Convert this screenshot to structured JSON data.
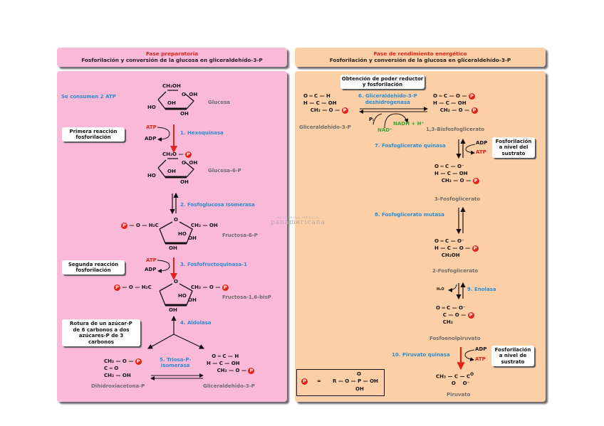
{
  "left": {
    "header_title": "Fase preparatoria",
    "header_subtitle": "Fosforilación y conversión de la glucosa en gliceraldehído-3-P",
    "atp_note": "Se consumen 2 ATP",
    "notes": {
      "first": [
        "Primera reacción",
        "fosforilación"
      ],
      "second": [
        "Segunda reacción",
        "fosforilación"
      ],
      "split": [
        "Rotura de un azúcar-P",
        "de 6 carbonos a dos",
        "azúcares-P de 3",
        "carbonos"
      ]
    },
    "molecules": {
      "glucosa": "Glucosa",
      "glucosa6p": "Glucosa-6-P",
      "fructosa6p": "Fructosa-6-P",
      "fructosa16bisp": "Fructosa-1,6-bisP",
      "dhap": "Dihidroxiacetona-P",
      "g3p": "Gliceraldehido-3-P"
    },
    "enzymes": {
      "e1": "1. Hexoquinasa",
      "e2": "2. Fosfoglucosa Isomerasa",
      "e3": "3. Fosfofructoquinasa-1",
      "e4": "4. Aldolasa",
      "e5a": "5. Triosa-P-",
      "e5b": "isomerasa"
    },
    "cofactors": {
      "atp": "ATP",
      "adp": "ADP"
    }
  },
  "right": {
    "header_title": "Fase de rendimiento energético",
    "header_subtitle": "Fosforilación y conversión de la glucosa en gliceraldehído-3-P",
    "notes": {
      "reductor": [
        "Obtención de poder reductor",
        "y fosforilación"
      ],
      "substrate1": [
        "Fosforilación",
        "a nivel del",
        "sustrato"
      ],
      "substrate2": [
        "Fosforilación",
        "a nivel de",
        "sustrato"
      ]
    },
    "molecules": {
      "g3p": "Gliceraldehido-3-P",
      "bpg": "1,3-Bisfosfoglicerato",
      "pg3": "3-Fosfoglicerato",
      "pg2": "2-Fosfoglicerato",
      "pep": "Fosfoenolpiruvato",
      "pyr": "Piruvato"
    },
    "enzymes": {
      "e6a": "6. Gliceraldehido-3-P",
      "e6b": "deshidrogenasa",
      "e7": "7. Fosfoglicerato quinasa",
      "e8": "8. Fosfoglicerato mutasa",
      "e9": "9. Enolasa",
      "e10": "10. Piruvato quinasa"
    },
    "cofactors": {
      "atp": "ATP",
      "adp": "ADP",
      "nad": "NAD⁺",
      "nadh": "NADH + H⁺",
      "pi": "Pᵢ",
      "h2o": "H₂O"
    },
    "legend": {
      "symbol": "P",
      "eq": "=",
      "formula": "R — O — P — OH",
      "top": "O",
      "bottom": "OH"
    }
  },
  "watermark": {
    "line1": "EDITORIAL MÉDICA",
    "line2": "panamericana"
  },
  "colors": {
    "pink": "#fbb9d8",
    "orange": "#fdcfa6",
    "red": "#e2231a",
    "blue": "#2a8bd0",
    "green": "#3aa636"
  }
}
